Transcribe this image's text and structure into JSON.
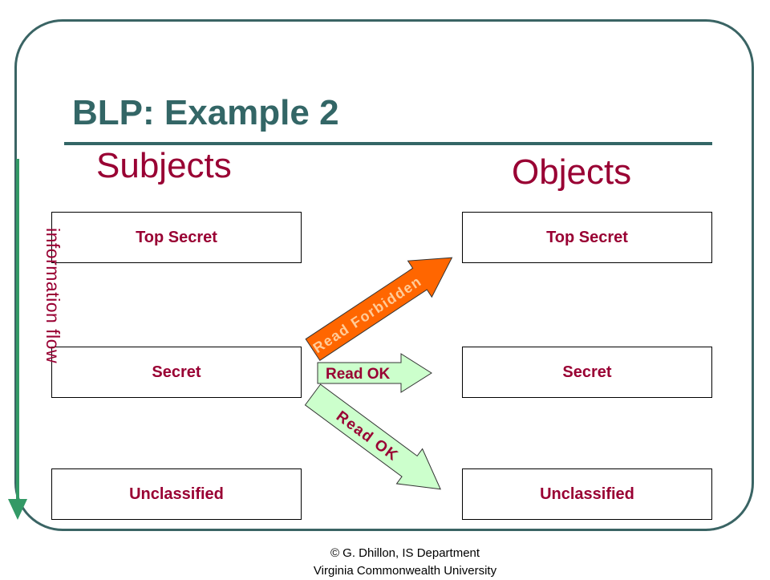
{
  "title": "BLP: Example 2",
  "subjects_heading": "Subjects",
  "objects_heading": "Objects",
  "side_label": "information flow",
  "subjects": [
    "Top Secret",
    "Secret",
    "Unclassified"
  ],
  "objects": [
    "Top Secret",
    "Secret",
    "Unclassified"
  ],
  "arrows": {
    "up": "Read Forbidden",
    "across": "Read OK",
    "down": "Read OK"
  },
  "footer": {
    "line1": "© G. Dhillon, IS Department",
    "line2": "Virginia Commonwealth University"
  },
  "colors": {
    "frame": "#3a6464",
    "title": "#336666",
    "heading": "#990033",
    "flow_arrow": "#339966",
    "forbidden_arrow": "#ff6600",
    "ok_arrow": "#ccffcc"
  }
}
